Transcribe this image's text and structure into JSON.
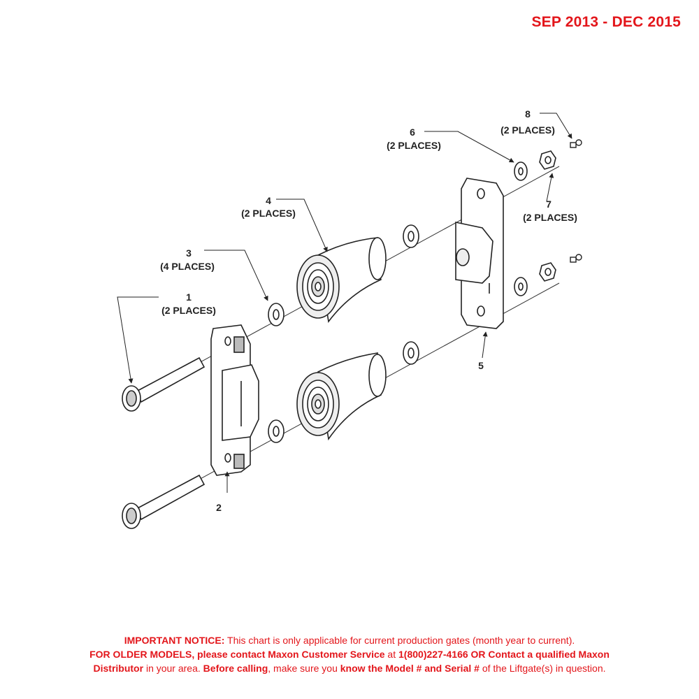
{
  "header": {
    "date_range": "SEP 2013 - DEC 2015"
  },
  "callouts": [
    {
      "number": "1",
      "qty": "(2 PLACES)"
    },
    {
      "number": "2",
      "qty": ""
    },
    {
      "number": "3",
      "qty": "(4 PLACES)"
    },
    {
      "number": "4",
      "qty": "(2 PLACES)"
    },
    {
      "number": "5",
      "qty": ""
    },
    {
      "number": "6",
      "qty": "(2 PLACES)"
    },
    {
      "number": "7",
      "qty": "(2 PLACES)"
    },
    {
      "number": "8",
      "qty": "(2 PLACES)"
    }
  ],
  "notice": {
    "l1_bold": "IMPORTANT NOTICE:",
    "l1_text": " This chart is only applicable for current production gates (month year to current).",
    "l2_bold": "FOR OLDER MODELS, please contact Maxon Customer Service",
    "l2_text": " at ",
    "l2_bold2": "1(800)227-4166 OR Contact a qualified Maxon",
    "l3_bold": "Distributor",
    "l3_text": " in your area. ",
    "l3_bold2": "Before calling",
    "l3_text2": ", make sure you ",
    "l3_bold3": "know the Model # and Serial #",
    "l3_text3": " of the Liftgate(s) in question."
  },
  "colors": {
    "accent": "#e3161b",
    "line": "#222222"
  }
}
